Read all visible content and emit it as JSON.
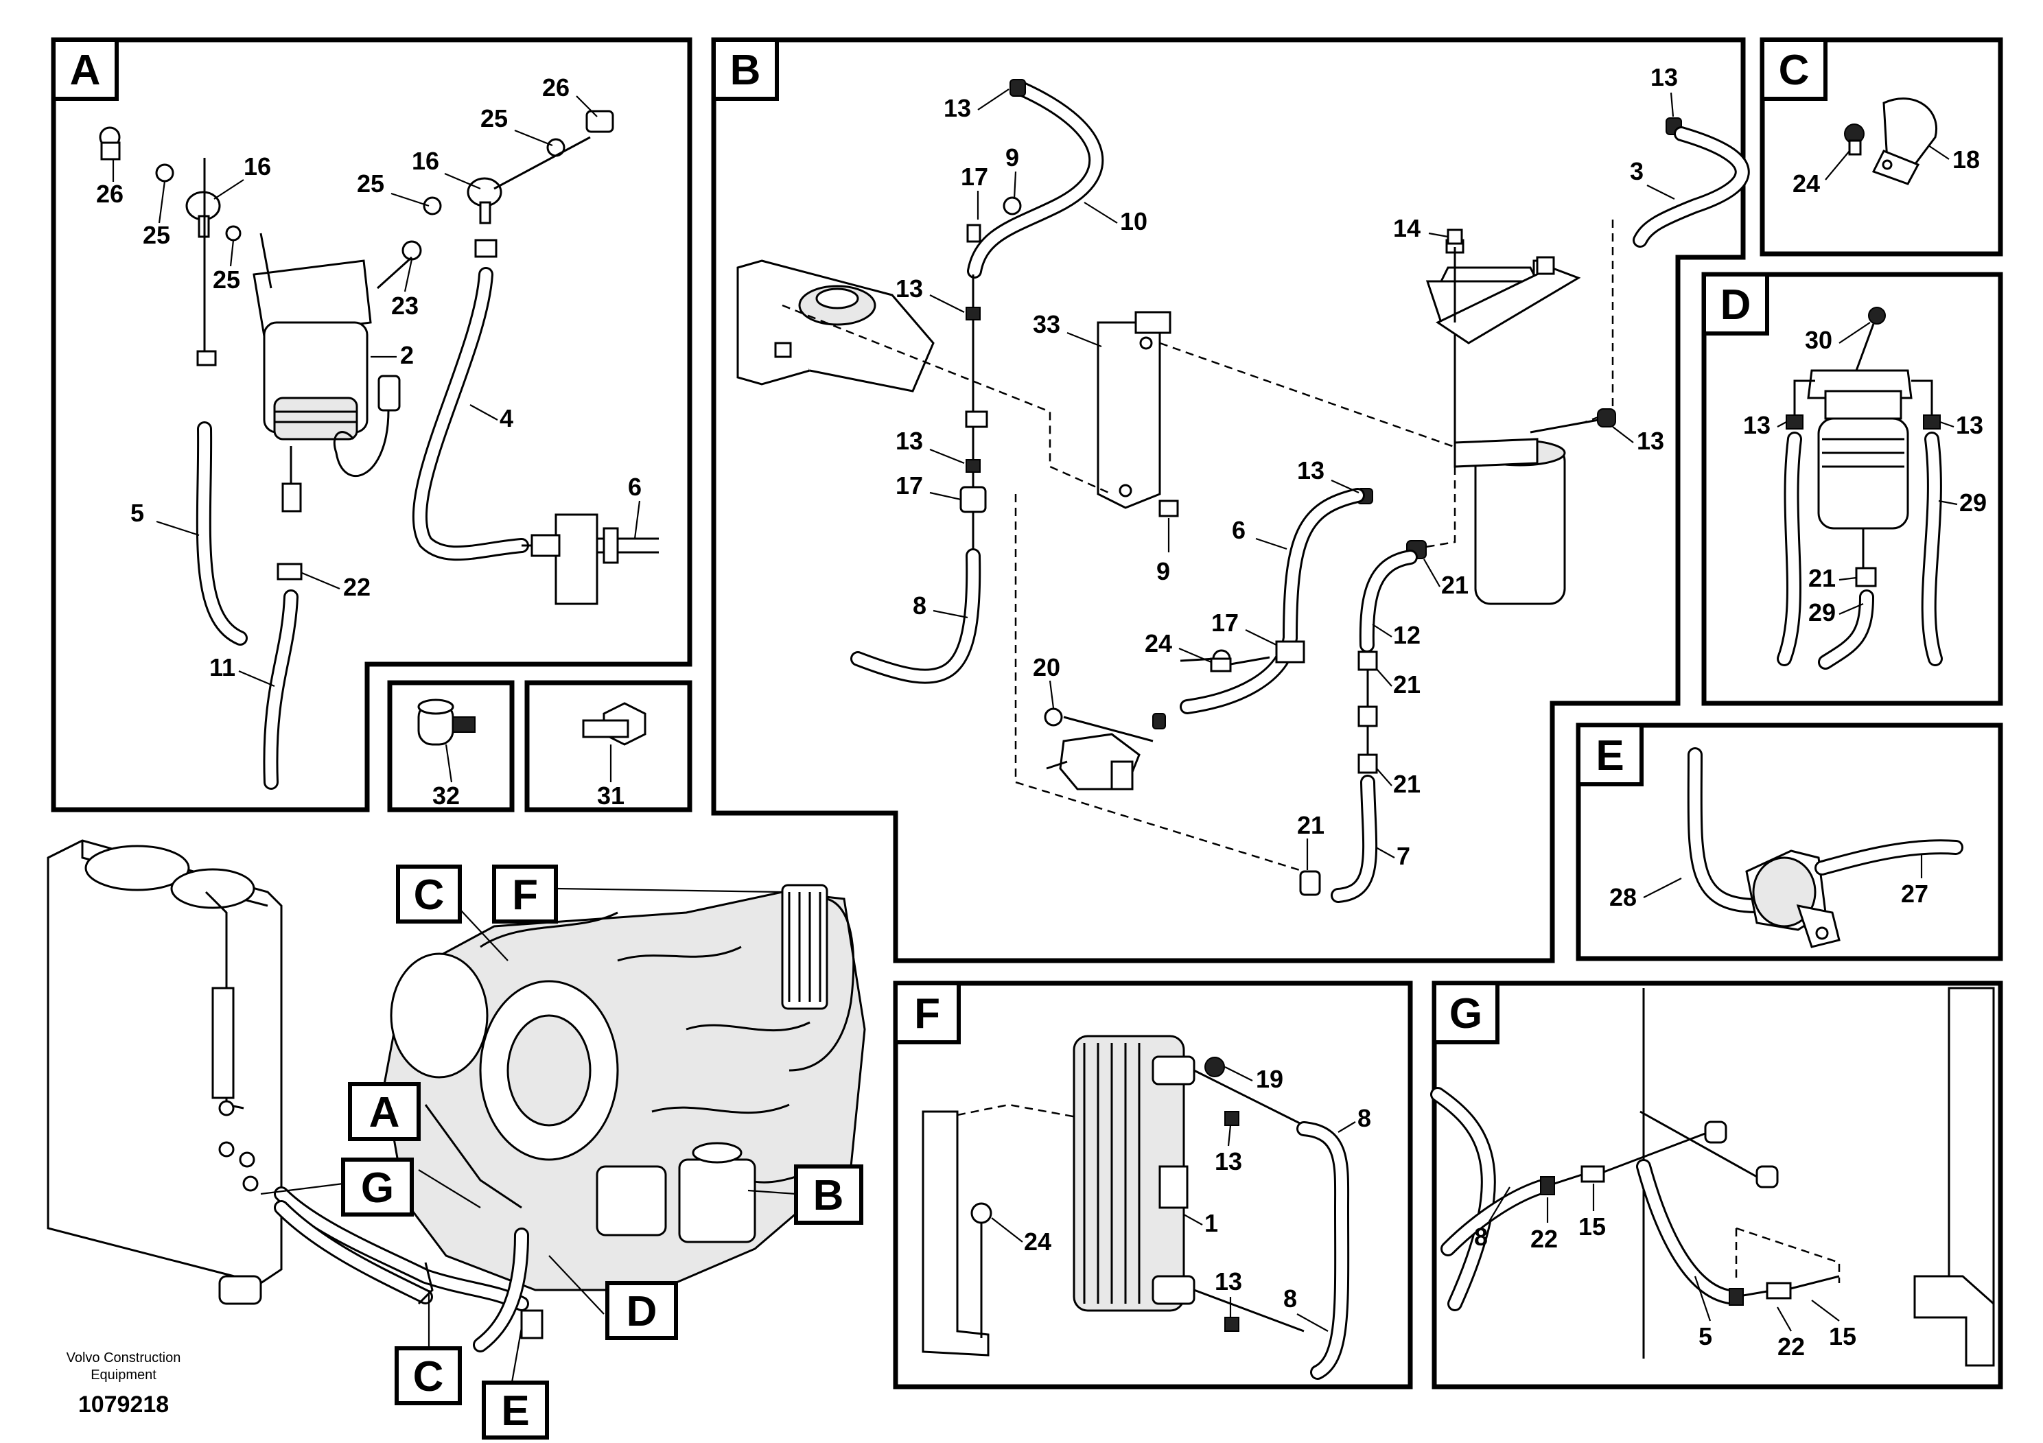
{
  "panels": {
    "A": "A",
    "B": "B",
    "C": "C",
    "D": "D",
    "E": "E",
    "F": "F",
    "G": "G"
  },
  "callouts": {
    "A": "A",
    "B": "B",
    "C1": "C",
    "C2": "C",
    "D": "D",
    "E": "E",
    "F": "F",
    "G": "G"
  },
  "panel_a": {
    "labels": [
      "26",
      "25",
      "16",
      "25",
      "26",
      "25",
      "16",
      "25",
      "23",
      "2",
      "4",
      "6",
      "5",
      "22",
      "11"
    ]
  },
  "panel_a_sub": {
    "label_32": "32",
    "label_31": "31"
  },
  "panel_b": {
    "labels": [
      "13",
      "17",
      "9",
      "10",
      "13",
      "33",
      "13",
      "17",
      "8",
      "9",
      "13",
      "6",
      "17",
      "24",
      "20",
      "21",
      "12",
      "21",
      "21",
      "21",
      "7",
      "14",
      "3",
      "13",
      "13"
    ]
  },
  "panel_c": {
    "labels": [
      "24",
      "18"
    ]
  },
  "panel_d": {
    "labels": [
      "30",
      "13",
      "13",
      "29",
      "21",
      "29"
    ]
  },
  "panel_e": {
    "labels": [
      "28",
      "27"
    ]
  },
  "panel_f": {
    "labels": [
      "19",
      "13",
      "8",
      "1",
      "24",
      "13",
      "8"
    ]
  },
  "panel_g": {
    "labels": [
      "8",
      "22",
      "15",
      "5",
      "22",
      "15"
    ]
  },
  "footer": {
    "company_line1": "Volvo Construction",
    "company_line2": "Equipment",
    "drawing_number": "1079218"
  }
}
